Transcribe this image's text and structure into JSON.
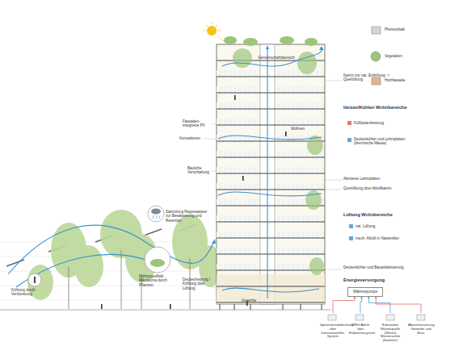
{
  "diagram": {
    "nodes": [
      {
        "text": [
          "Wärmepumpe"
        ]
      },
      {
        "text": [
          "Spitzenlastabdeckung über konventionelles System"
        ]
      },
      {
        "text": [
          "WRG Abluft über Erdwärmesystem"
        ]
      },
      {
        "text": [
          "Erdsonden Wärmequelle (Winter) Wärmesenke (Sommer)"
        ]
      },
      {
        "text": [
          "Abwärmenutzung Gewerbe und Büro"
        ]
      }
    ],
    "edges": [
      {
        "from": 1,
        "to": 0,
        "arrow": "to"
      },
      {
        "from": 2,
        "to": 0,
        "arrow": "to"
      },
      {
        "from": 3,
        "to": 0,
        "arrow": "to"
      },
      {
        "from": 4,
        "to": 0,
        "arrow": "to"
      }
    ],
    "labels": [
      "Fassaden-integrierte PV",
      "Konvektoren",
      "Bauliche Verschattung",
      "Gemeinschaftsbereich",
      "Kamin zur nat. Entlüftung -> Querlüftung",
      "Heizen/Kühlen Wohnbereiche",
      "Fußbodenheizung",
      "Deckenkühler und Lehmplatten (thermische Masse)",
      "Wohnen",
      "Aktivierte Lehmplatten",
      "Querlüftung über Abluftkamin",
      "Lüftung Wohnbereiche",
      "nat. Lüftung",
      "mech. Abluft in Nasszellen",
      "Deckenkühler und Bauteilaktivierung",
      "Energieversorgung",
      "Gewerbe",
      "Deckenheizung / Kühlung über Lüftung",
      "Kühlung durch Verdunstung",
      "Sammlung Regenwasser zur Bewässerung und Retention",
      "Kühlungseffekt Mikroklima durch Pflanzen"
    ],
    "legend": [
      {
        "text": "Photovoltaik"
      },
      {
        "text": "Vegetation"
      },
      {
        "text": "Holzfassade"
      }
    ]
  }
}
